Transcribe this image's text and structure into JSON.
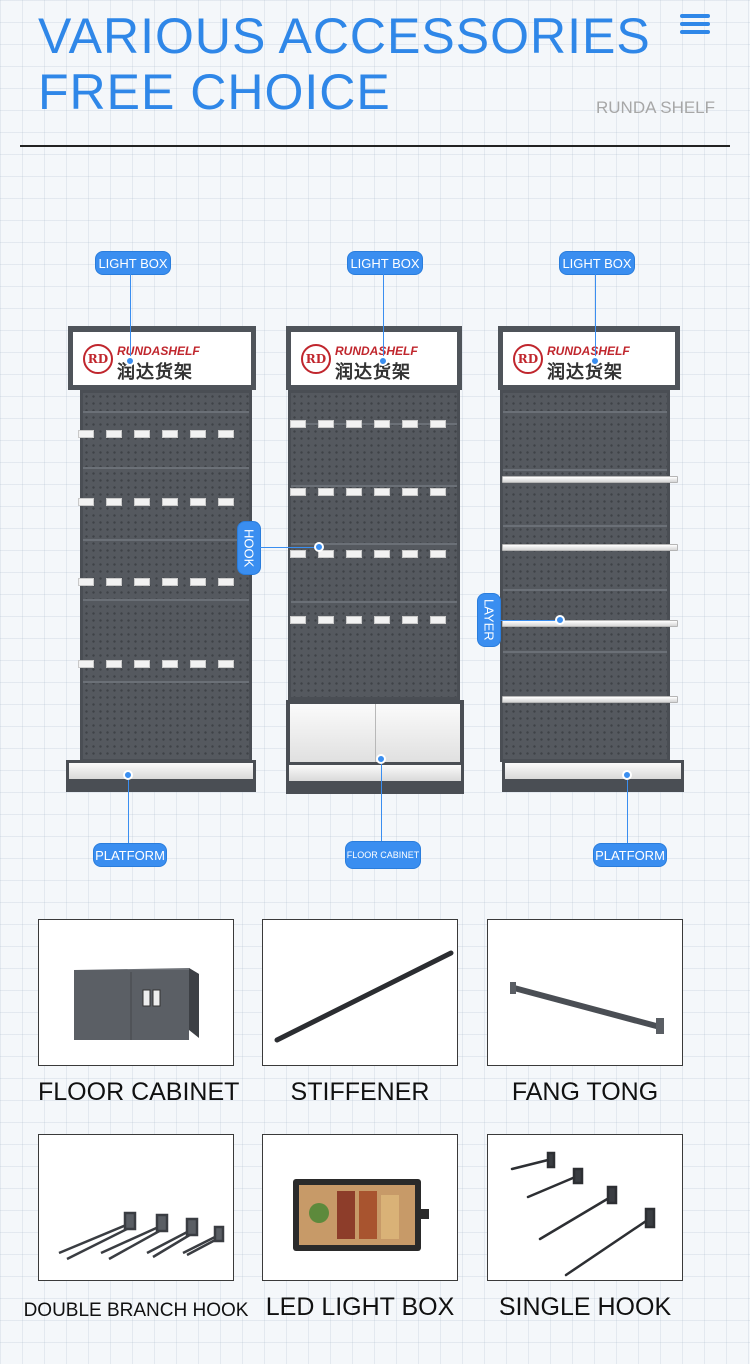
{
  "header": {
    "title_line1": "VARIOUS ACCESSORIES",
    "title_line2": "FREE CHOICE",
    "brand": "RUNDA SHELF"
  },
  "sign": {
    "logo": "RD",
    "brand_en": "RUNDASHELF",
    "brand_cn": "润达货架"
  },
  "callouts": {
    "light_box": "LIGHT BOX",
    "hook": "HOOK",
    "layer": "LAYER",
    "platform": "PLATFORM",
    "floor_cabinet": "FLOOR CABINET"
  },
  "accessories": [
    {
      "label": "FLOOR CABINET",
      "icon": "floor-cabinet"
    },
    {
      "label": "STIFFENER",
      "icon": "stiffener"
    },
    {
      "label": "FANG TONG",
      "icon": "fang-tong"
    },
    {
      "label": "DOUBLE BRANCH HOOK",
      "icon": "double-branch-hook"
    },
    {
      "label": "LED LIGHT BOX",
      "icon": "led-light-box"
    },
    {
      "label": "SINGLE HOOK",
      "icon": "single-hook"
    }
  ],
  "colors": {
    "accent": "#2f87e8",
    "callout": "#3a8ef0",
    "shelf": "#55595f",
    "brand_red": "#c0262d"
  }
}
